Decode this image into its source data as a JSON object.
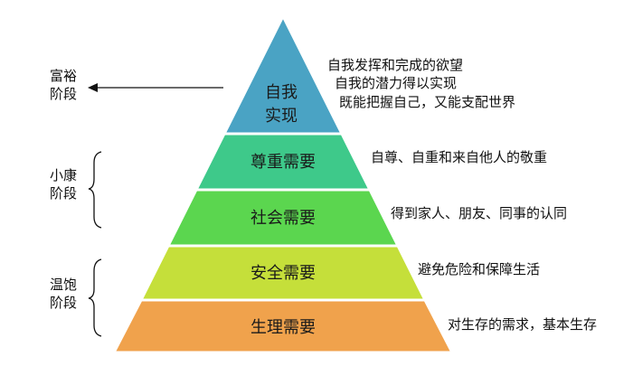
{
  "pyramid": {
    "levels": [
      {
        "label_lines": [
          "自我",
          "实现"
        ],
        "color": "#4aa3c4",
        "description_lines": [
          "自我发挥和完成的欲望",
          "自我的潜力得以实现",
          "既能把握自己，又能支配世界"
        ]
      },
      {
        "label_lines": [
          "尊重需要"
        ],
        "color": "#3ec98a",
        "description_lines": [
          "自尊、自重和来自他人的敬重"
        ]
      },
      {
        "label_lines": [
          "社会需要"
        ],
        "color": "#5bd64f",
        "description_lines": [
          "得到家人、朋友、同事的认同"
        ]
      },
      {
        "label_lines": [
          "安全需要"
        ],
        "color": "#c5df3a",
        "description_lines": [
          "避免危险和保障生活"
        ]
      },
      {
        "label_lines": [
          "生理需要"
        ],
        "color": "#f0a24c",
        "description_lines": [
          "对生存的需求，基本生存"
        ]
      }
    ]
  },
  "stages": [
    {
      "lines": [
        "富裕",
        "阶段"
      ],
      "marker": "arrow-left"
    },
    {
      "lines": [
        "小康",
        "阶段"
      ],
      "marker": "brace-left"
    },
    {
      "lines": [
        "温饱",
        "阶段"
      ],
      "marker": "brace-left"
    }
  ]
}
